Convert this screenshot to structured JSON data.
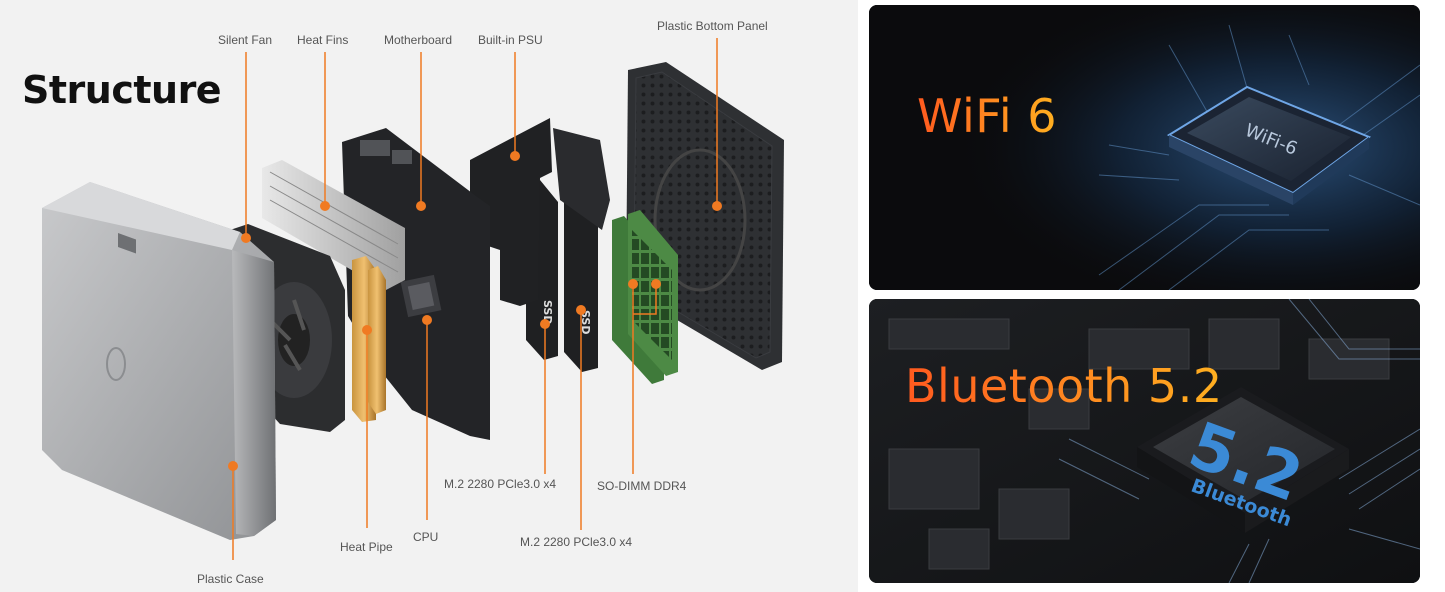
{
  "structure": {
    "title": "Structure",
    "labels": {
      "silent_fan": "Silent Fan",
      "heat_fins": "Heat Fins",
      "motherboard": "Motherboard",
      "builtin_psu": "Built-in PSU",
      "plastic_bottom_panel": "Plastic Bottom Panel",
      "m2_ssd_1": "M.2 2280 PCle3.0 x4",
      "m2_ssd_2": "M.2 2280 PCle3.0 x4",
      "sodimm": "SO-DIMM DDR4",
      "heat_pipe": "Heat Pipe",
      "cpu": "CPU",
      "plastic_case": "Plastic Case"
    },
    "component_text": {
      "ssd_1": "SSD",
      "ssd_2": "SSD"
    },
    "accent_color": "#f07a22"
  },
  "wifi": {
    "heading": "WiFi 6",
    "chip_text": "WiFi-6"
  },
  "bluetooth": {
    "heading": "Bluetooth 5.2",
    "chip_number": "5.2",
    "chip_text": "Bluetooth"
  }
}
